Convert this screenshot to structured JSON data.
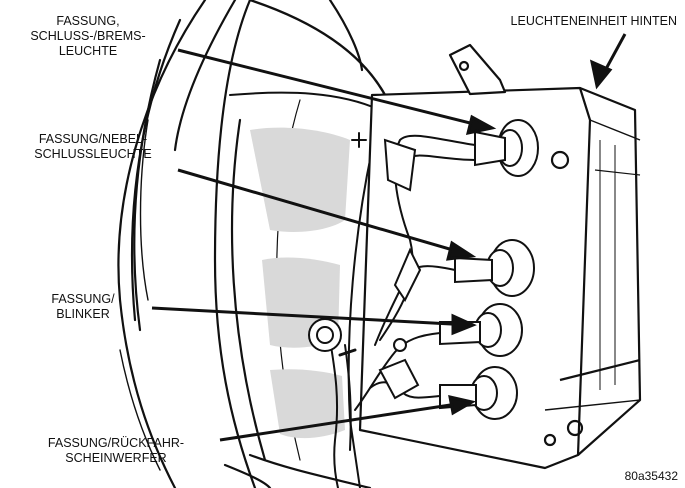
{
  "labels": {
    "brake_socket": [
      "FASSUNG,",
      "SCHLUSS-/BREMS-",
      "LEUCHTE"
    ],
    "fog_socket": [
      "FASSUNG/NEBEL-",
      "SCHLUSSLEUCHTE"
    ],
    "turn_socket": [
      "FASSUNG/",
      "BLINKER"
    ],
    "reverse_socket": [
      "FASSUNG/RÜCKFAHR-",
      "SCHEINWERFER"
    ],
    "unit": "LEUCHTENEINHEIT HINTEN",
    "figure_id": "80a35432"
  },
  "colors": {
    "ink": "#111111",
    "paper": "#ffffff",
    "shade": "#d9d9d9"
  }
}
